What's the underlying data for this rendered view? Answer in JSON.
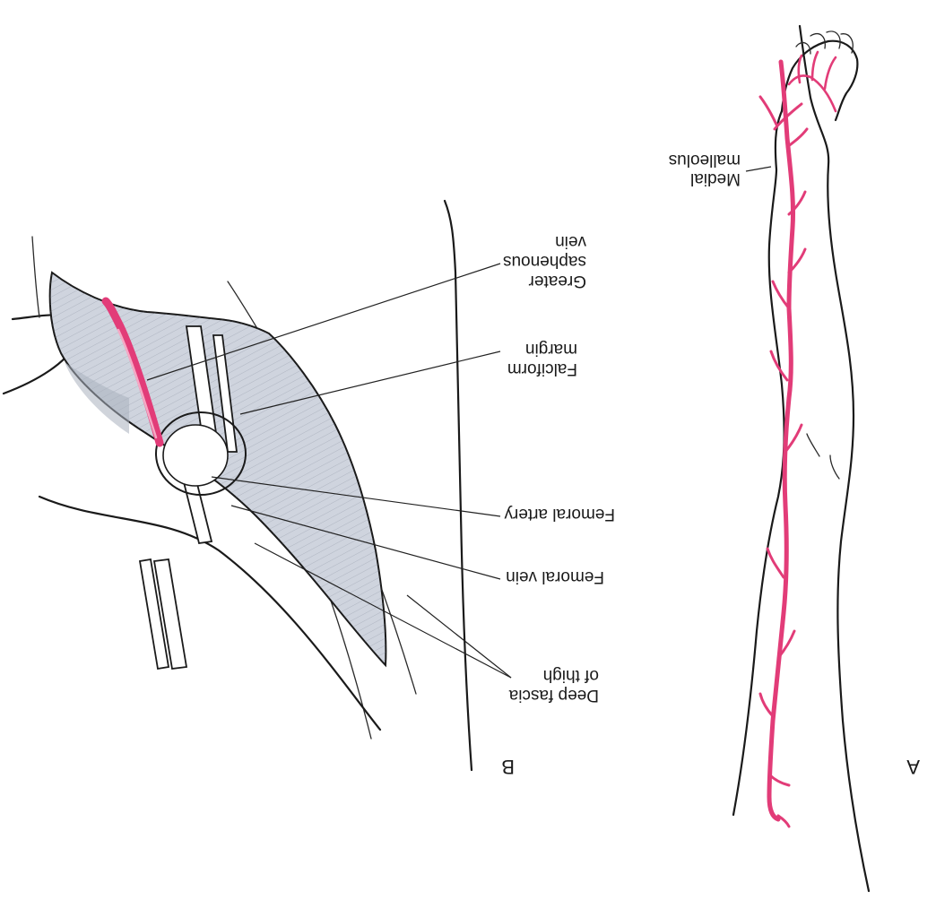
{
  "colors": {
    "vein": "#e23c78",
    "fascia": "#cfd4de",
    "fascia_dark": "#a9b0be",
    "line": "#1a1a1a"
  },
  "panels": {
    "A": {
      "label": "A"
    },
    "B": {
      "label": "B"
    }
  },
  "labels": {
    "medial_malleolus": [
      "Medial",
      "malleolus"
    ],
    "greater_saphenous_vein": [
      "Greater",
      "saphenous",
      "vein"
    ],
    "falciform_margin": [
      "Falciform",
      "margin"
    ],
    "femoral_artery": [
      "Femoral artery"
    ],
    "femoral_vein": [
      "Femoral vein"
    ],
    "deep_fascia_of_thigh": [
      "Deep fascia",
      "of thigh"
    ]
  },
  "orientation": "image rotated 180 degrees (text appears upside down)"
}
